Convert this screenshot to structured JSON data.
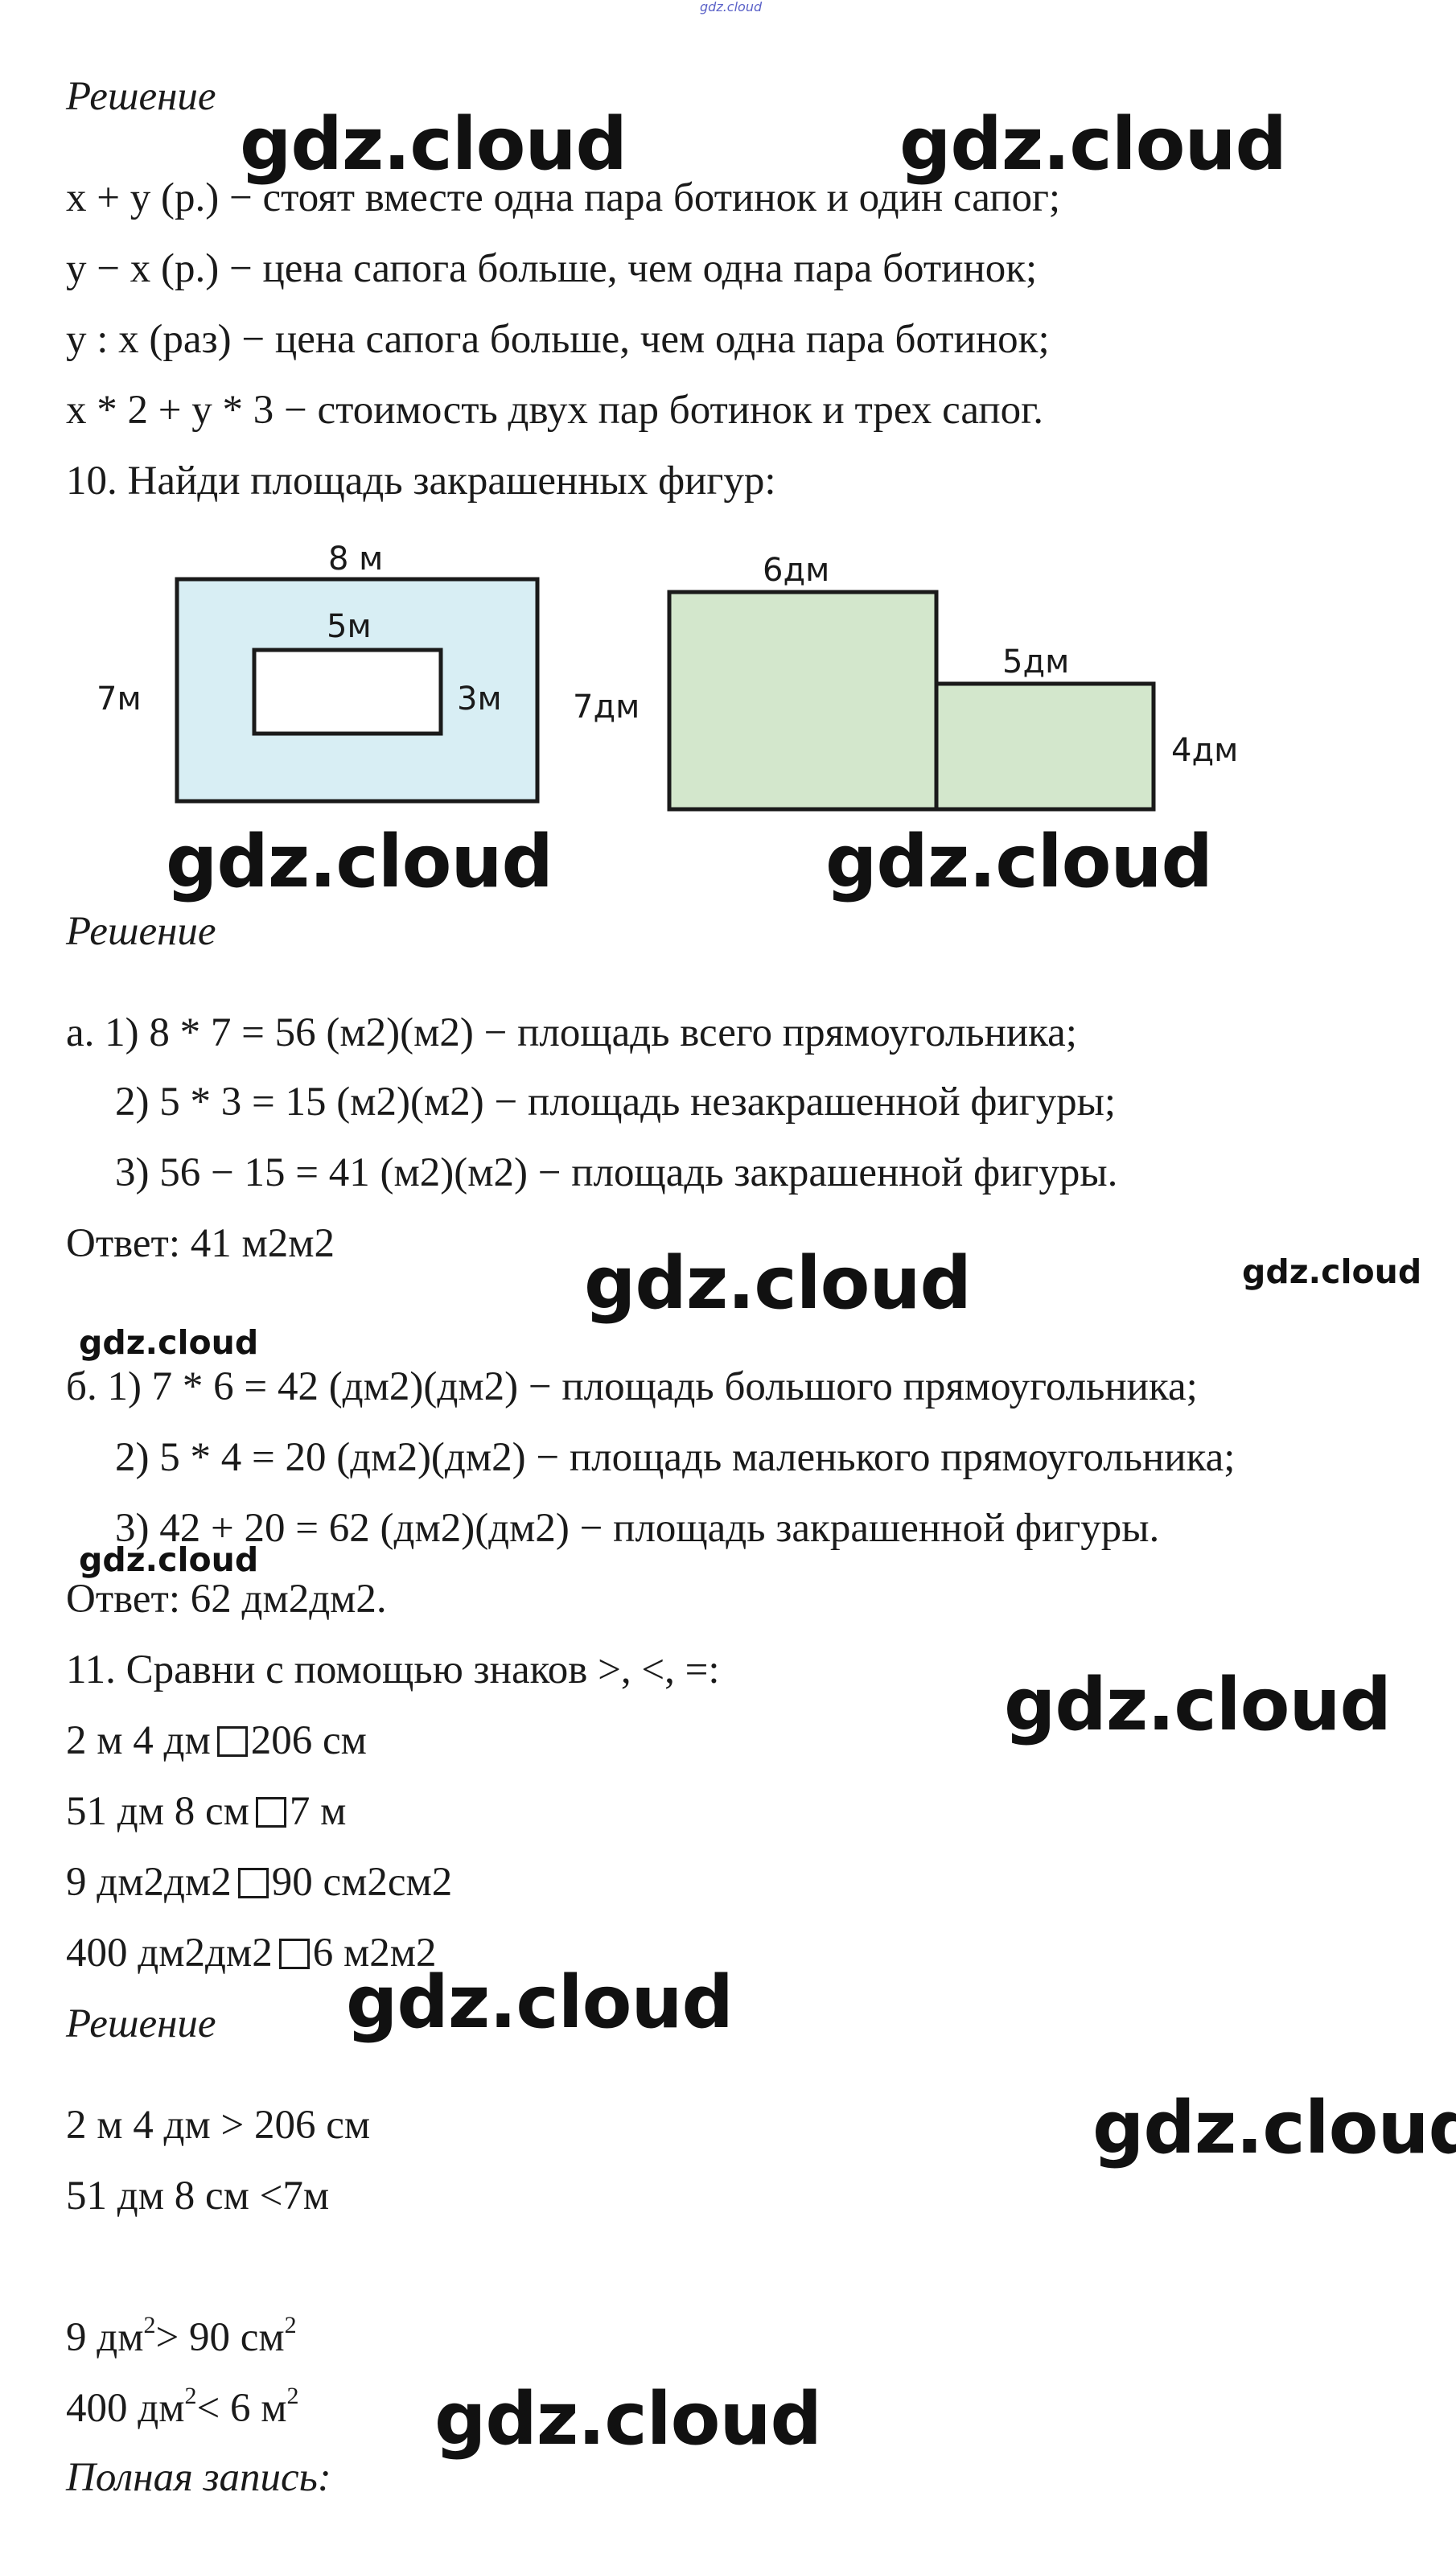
{
  "watermarks": {
    "top_small": "gdz.cloud",
    "large": "gdz.cloud",
    "small": "gdz.cloud"
  },
  "lines": {
    "solution_label_1": "Решение",
    "expr_1": "x + y (р.) − стоят вместе одна пара ботинок и один сапог;",
    "expr_2": "y − x (р.) − цена сапога больше, чем одна пара ботинок;",
    "expr_3": "y : x (раз) − цена сапога больше, чем одна пара ботинок;",
    "expr_4": "x * 2 + y * 3 − стоимость двух пар ботинок и трех сапог.",
    "task_10": "10. Найди площадь закрашенных фигур:",
    "solution_label_2": "Решение",
    "a_1": "а. 1) 8 * 7 = 56 (м2)(м2) − площадь всего прямоугольника;",
    "a_2": "2) 5 * 3 = 15 (м2)(м2) − площадь незакрашенной фигуры;",
    "a_3": "3) 56 − 15 = 41 (м2)(м2) − площадь закрашенной фигуры.",
    "a_answer": "Ответ: 41 м2м2",
    "b_1": "б. 1) 7 * 6 = 42 (дм2)(дм2) − площадь большого прямоугольника;",
    "b_2": "2) 5 * 4 = 20 (дм2)(дм2) − площадь маленького прямоугольника;",
    "b_3": "3) 42 + 20 = 62 (дм2)(дм2) − площадь закрашенной фигуры.",
    "b_answer": "Ответ: 62 дм2дм2.",
    "task_11": "11. Сравни с помощью знаков >, <, =:",
    "cmp_1_left": "2 м 4 дм",
    "cmp_1_right": "206 см",
    "cmp_2_left": "51 дм 8 см",
    "cmp_2_right": "7 м",
    "cmp_3_left": "9 дм2дм2",
    "cmp_3_right": "90 см2см2",
    "cmp_4_left": "400 дм2дм2",
    "cmp_4_right": "6 м2м2",
    "solution_label_3": "Решение",
    "ans_1": "2 м 4 дм  > 206 см",
    "ans_2": "51 дм 8 см <7м",
    "ans_3_a": "9 дм",
    "ans_3_b": "> 90 см",
    "ans_4_a": "400 дм",
    "ans_4_b": "< 6 м",
    "sup_2": "2",
    "full_record_label": "Полная запись:"
  },
  "figure_a": {
    "label_top": "8 м",
    "label_inner": "5м",
    "label_left": "7м",
    "label_inner_right": "3м",
    "fill_color": "#d8eef4"
  },
  "figure_b": {
    "label_top": "6дм",
    "label_left": "7дм",
    "label_small_top": "5дм",
    "label_right": "4дм",
    "fill_color": "#d3e7cc"
  }
}
